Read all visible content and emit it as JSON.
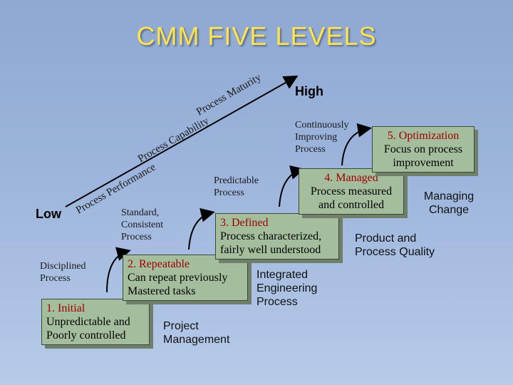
{
  "title": "CMM FIVE LEVELS",
  "scale": {
    "low": "Low",
    "high": "High"
  },
  "diagonal_labels": {
    "maturity": "Process Maturity",
    "capability": "Process Capability",
    "performance": "Process Performance"
  },
  "levels": [
    {
      "num": "1. Initial",
      "desc": "Unpredictable and Poorly controlled"
    },
    {
      "num": "2. Repeatable",
      "desc": "Can repeat previously Mastered tasks"
    },
    {
      "num": "3. Defined",
      "desc": "Process characterized, fairly well understood"
    },
    {
      "num": "4. Managed",
      "desc": "Process measured and controlled"
    },
    {
      "num": "5. Optimization",
      "desc": "Focus on process improvement"
    }
  ],
  "transitions": [
    "Disciplined Process",
    "Standard, Consistent Process",
    "Predictable Process",
    "Continuously Improving Process"
  ],
  "focus_areas": [
    "Project Management",
    "Integrated Engineering Process",
    "Product and Process Quality",
    "Managing Change"
  ],
  "colors": {
    "title": "#ffe34a",
    "box": "#a4bd9c",
    "level_number": "#a00000"
  }
}
